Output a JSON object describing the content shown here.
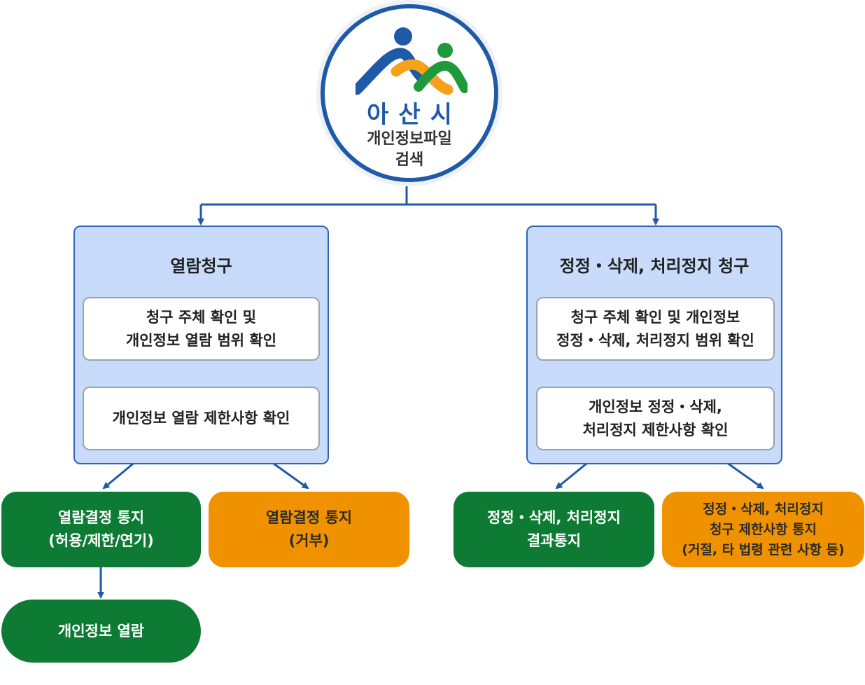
{
  "colors": {
    "blue": "#1e5aa8",
    "panel_fill": "#c9dbfb",
    "green": "#0e7b35",
    "orange": "#f09200",
    "logo_green": "#1f9a3a",
    "logo_orange": "#f5a11a"
  },
  "logo": {
    "city_name": "아산시",
    "caption": "개인정보파일\n검색"
  },
  "access": {
    "title": "열람청구",
    "step1": "청구 주체 확인 및\n개인정보 열람 범위 확인",
    "step2": "개인정보 열람 제한사항 확인",
    "result_approve": "열람결정 통지\n(허용/제한/연기)",
    "result_reject": "열람결정 통지\n(거부)",
    "final": "개인정보 열람"
  },
  "correction": {
    "title": "정정・삭제, 처리정지 청구",
    "step1": "청구 주체 확인 및 개인정보\n정정・삭제, 처리정지 범위 확인",
    "step2": "개인정보 정정・삭제,\n처리정지 제한사항 확인",
    "result_approve": "정정・삭제, 처리정지\n결과통지",
    "result_reject": "정정・삭제, 처리정지\n청구 제한사항 통지\n(거절, 타 법령 관련 사항 등)"
  }
}
